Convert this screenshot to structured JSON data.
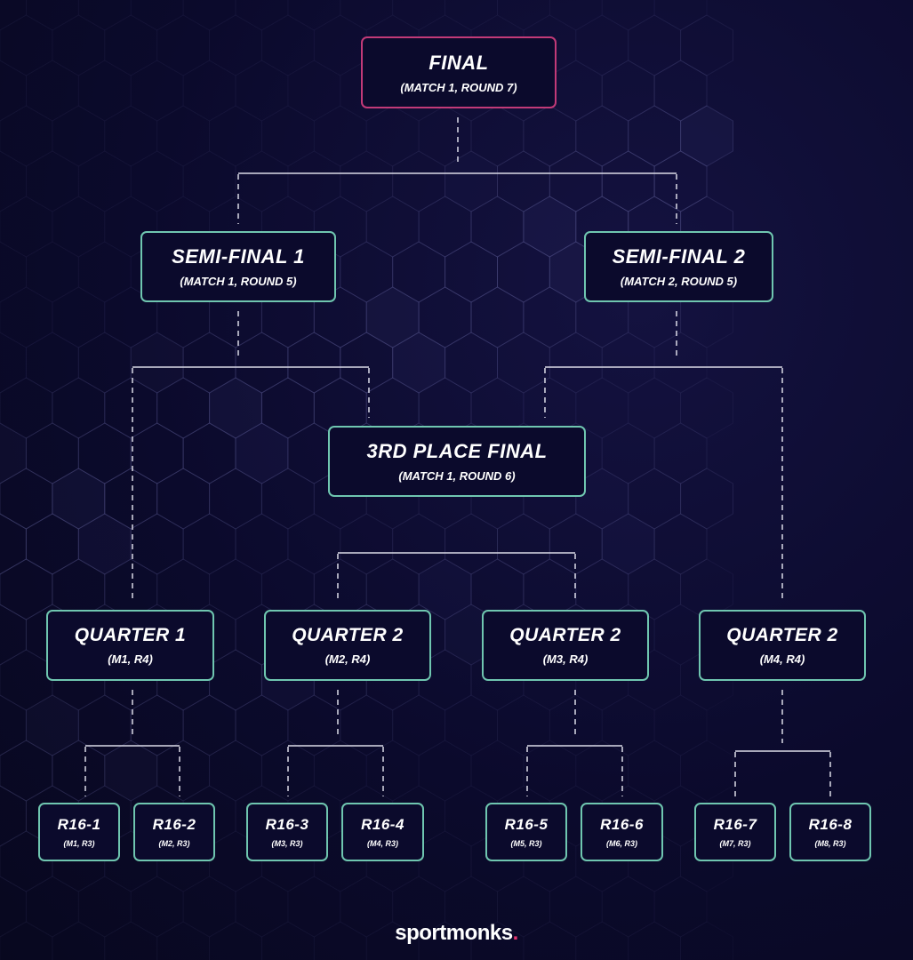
{
  "final": {
    "title": "FINAL",
    "sub": "(MATCH 1, ROUND 7)"
  },
  "semi1": {
    "title": "SEMI-FINAL 1",
    "sub": "(MATCH 1, ROUND 5)"
  },
  "semi2": {
    "title": "SEMI-FINAL 2",
    "sub": "(MATCH 2, ROUND 5)"
  },
  "third": {
    "title": "3RD PLACE FINAL",
    "sub": "(MATCH 1, ROUND 6)"
  },
  "quarters": [
    {
      "title": "QUARTER 1",
      "sub": "(M1, R4)"
    },
    {
      "title": "QUARTER 2",
      "sub": "(M2, R4)"
    },
    {
      "title": "QUARTER 2",
      "sub": "(M3, R4)"
    },
    {
      "title": "QUARTER 2",
      "sub": "(M4, R4)"
    }
  ],
  "r16": [
    {
      "title": "R16-1",
      "sub": "(M1, R3)"
    },
    {
      "title": "R16-2",
      "sub": "(M2, R3)"
    },
    {
      "title": "R16-3",
      "sub": "(M3, R3)"
    },
    {
      "title": "R16-4",
      "sub": "(M4, R3)"
    },
    {
      "title": "R16-5",
      "sub": "(M5, R3)"
    },
    {
      "title": "R16-6",
      "sub": "(M6, R3)"
    },
    {
      "title": "R16-7",
      "sub": "(M7, R3)"
    },
    {
      "title": "R16-8",
      "sub": "(M8, R3)"
    }
  ],
  "brand": {
    "name": "sportmonks",
    "dot": "."
  },
  "colors": {
    "background": "#0b0a2c",
    "node_border": "#6fc6b0",
    "final_border": "#c23a78",
    "connector": "#dcdce8",
    "brand_dot": "#e8356f"
  }
}
